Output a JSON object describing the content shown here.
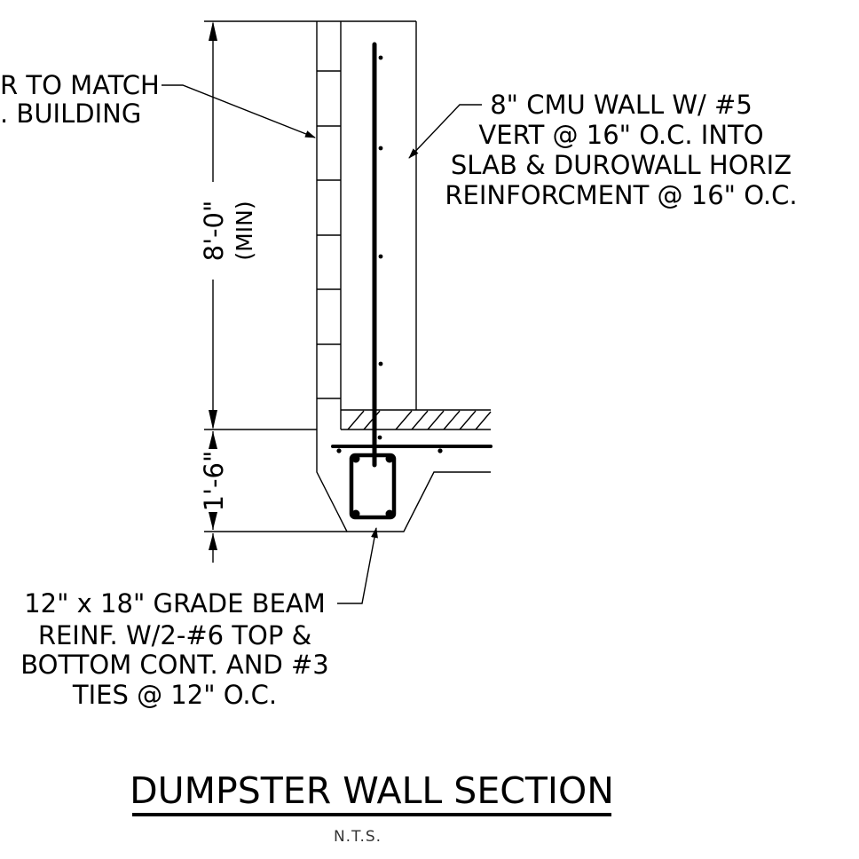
{
  "drawing": {
    "title": "DUMPSTER WALL SECTION",
    "scale_note": "N.T.S."
  },
  "dimensions": {
    "wall_height": "8'-0\"",
    "wall_height_qualifier": "(MIN)",
    "beam_depth": "1'-6\""
  },
  "notes": {
    "finish": [
      "R TO MATCH",
      ". BUILDING"
    ],
    "cmu_wall": [
      "8\" CMU WALL W/ #5",
      "VERT @ 16\" O.C. INTO",
      "SLAB & DUROWALL HORIZ",
      "REINFORCMENT @ 16\" O.C."
    ],
    "grade_beam": [
      "12\" x 18\" GRADE BEAM",
      "REINF. W/2-#6 TOP &",
      "BOTTOM CONT. AND #3",
      "TIES @ 12\" O.C."
    ]
  },
  "colors": {
    "line": "#000000",
    "background": "#ffffff"
  }
}
